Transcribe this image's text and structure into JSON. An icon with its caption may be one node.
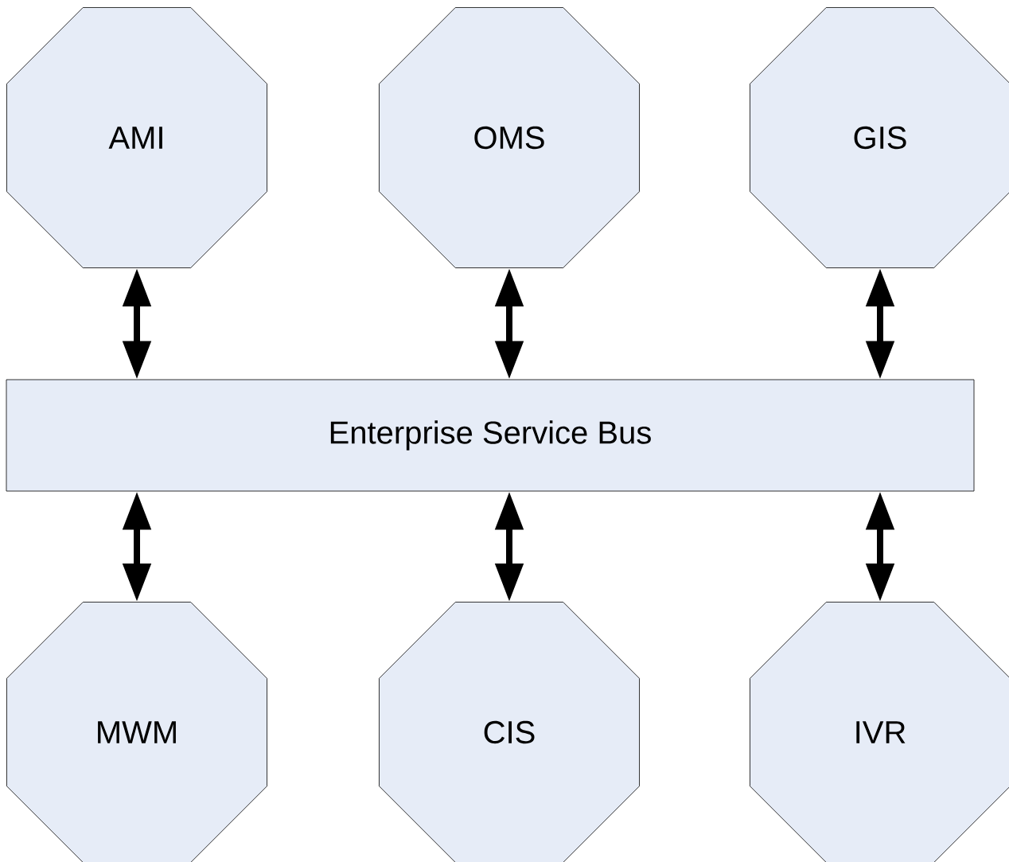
{
  "diagram": {
    "nodes": [
      {
        "text": [
          "AMI"
        ]
      },
      {
        "text": [
          "OMS"
        ]
      },
      {
        "text": [
          "GIS"
        ]
      },
      {
        "text": [
          "Enterprise Service Bus"
        ]
      },
      {
        "text": [
          "MWM"
        ]
      },
      {
        "text": [
          "CIS"
        ]
      },
      {
        "text": [
          "IVR"
        ]
      }
    ],
    "edges": [
      {
        "from": 0,
        "to": 3,
        "arrow": "both"
      },
      {
        "from": 1,
        "to": 3,
        "arrow": "both"
      },
      {
        "from": 2,
        "to": 3,
        "arrow": "both"
      },
      {
        "from": 3,
        "to": 4,
        "arrow": "both"
      },
      {
        "from": 3,
        "to": 5,
        "arrow": "both"
      },
      {
        "from": 3,
        "to": 6,
        "arrow": "both"
      }
    ]
  }
}
